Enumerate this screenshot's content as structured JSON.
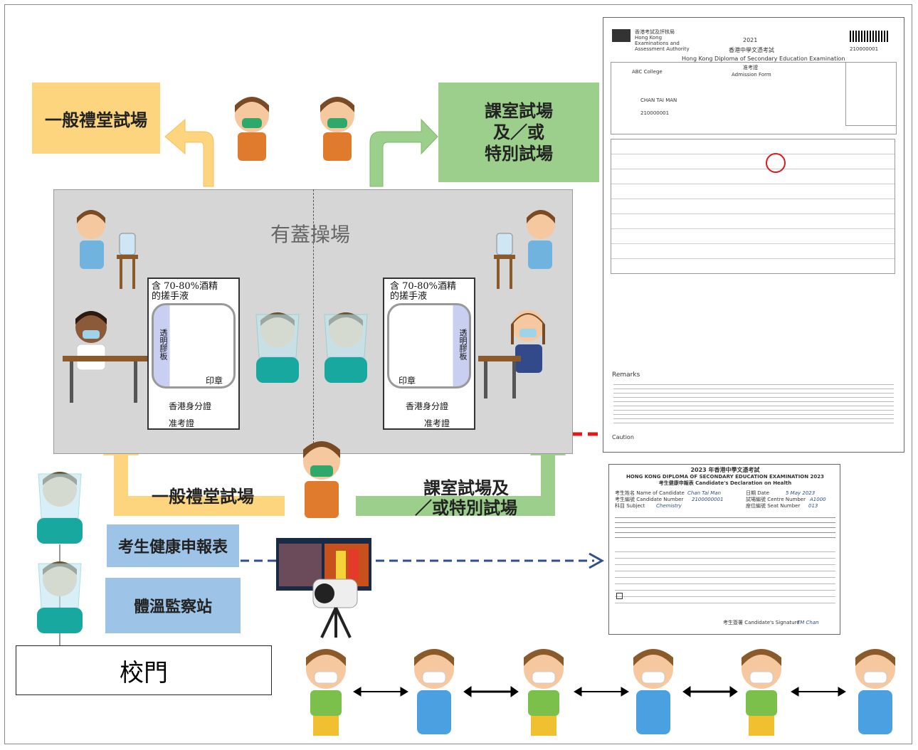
{
  "labels": {
    "hall_top": "一般禮堂試場",
    "classroom_top_1": "課室試場",
    "classroom_top_2": "及／或",
    "classroom_top_3": "特別試場",
    "covered_playground": "有蓋操場",
    "hall_bottom": "一般禮堂試場",
    "classroom_bottom_1": "課室試場及",
    "classroom_bottom_2": "／或特別試場",
    "health_form": "考生健康申報表",
    "temp_station": "體溫監察站",
    "school_gate": "校門"
  },
  "desk_card": {
    "sanitizer_1": "含 70-80%酒精",
    "sanitizer_2": "的搓手液",
    "shield": "透明膠板",
    "stamp": "印章",
    "hkid": "香港身分證",
    "admission": "准考證"
  },
  "admission_form": {
    "authority_1": "香港考試及評核局",
    "authority_2": "Hong Kong Examinations and Assessment Authority",
    "year": "2021",
    "title_zh": "香港中學文憑考試",
    "title_en": "Hong Kong Diploma of Secondary Education Examination",
    "form_zh": "准考證",
    "form_en": "Admission Form",
    "barcode_number": "210000001",
    "school": "ABC College",
    "name": "CHAN TAI MAN",
    "candidate_no": "210000001",
    "remarks": "Remarks",
    "caution": "Caution"
  },
  "health_declaration": {
    "heading_zh": "2023 年香港中學文憑考試",
    "heading_en": "HONG KONG DIPLOMA OF SECONDARY EDUCATION EXAMINATION 2023",
    "subtitle": "考生健康申報表 Candidate's Declaration on Health",
    "name_label": "考生姓名 Name of Candidate",
    "name_value": "Chan Tai Man",
    "date_label": "日期 Date",
    "date_value": "5 May 2023",
    "cand_no_label": "考生編號 Candidate Number",
    "cand_no_value": "2100000001",
    "centre_label": "試場編號 Centre Number",
    "centre_value": "A1000",
    "subject_label": "科目 Subject",
    "subject_value": "Chemistry",
    "seat_label": "座位編號 Seat Number",
    "seat_value": "013",
    "signature_label": "考生簽署 Candidate's Signature",
    "signature_value": "TM Chan"
  },
  "colors": {
    "yellow": "#fdd57e",
    "green": "#9bcf8b",
    "blue": "#9dc3e6",
    "red_dash": "#e01818",
    "blue_dash": "#2f4d8f"
  }
}
